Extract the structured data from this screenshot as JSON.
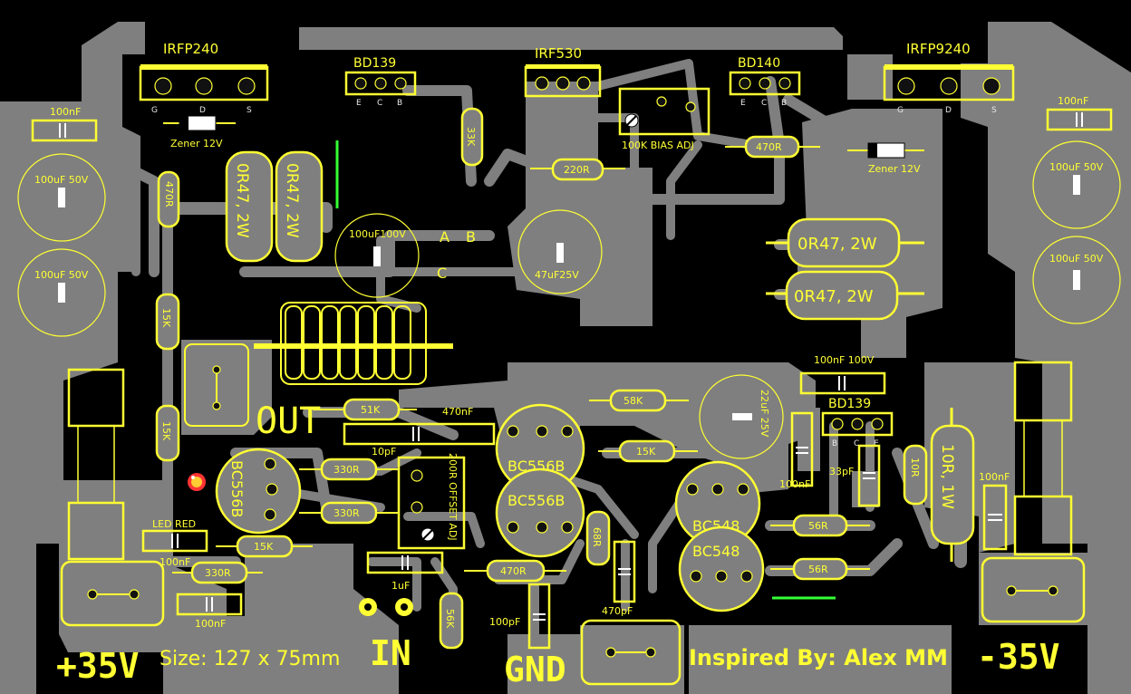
{
  "colors": {
    "background": "#000000",
    "copper": "#7f7f7f",
    "silkscreen": "#ffff33",
    "led": "#ff3333"
  },
  "board": {
    "power_pos": "+35V",
    "power_neg": "-35V",
    "size": "Size: 127 x 75mm",
    "input": "IN",
    "ground": "GND",
    "output": "OUT",
    "credit": "Inspired By: Alex MM"
  },
  "transistors": {
    "irfp240": "IRFP240",
    "irf530": "IRF530",
    "irfp9240": "IRFP9240",
    "bd139_top": "BD139",
    "bd140": "BD140",
    "bd139_mid": "BD139",
    "bc556_left": "BC556B",
    "bc556_a": "BC556B",
    "bc556_b": "BC556B",
    "bc548_a": "BC548",
    "bc548_b": "BC548"
  },
  "pins": {
    "g": "G",
    "d": "D",
    "s": "S",
    "e": "E",
    "c": "C",
    "b": "B",
    "a": "A"
  },
  "resistors": {
    "r33k": "33K",
    "r470_top": "470R",
    "r220": "220R",
    "r470_left": "470R",
    "r15k_a": "15K",
    "r15k_b": "15K",
    "r15k_c": "15K",
    "r15k_d": "15K",
    "r51k": "51K",
    "r58k": "58K",
    "r330_a": "330R",
    "r330_b": "330R",
    "r330_c": "330R",
    "r470_bottom": "470R",
    "r68r": "68R",
    "r56k": "56K",
    "r56r_a": "56R",
    "r56r_b": "56R",
    "r10r": "10R",
    "r10r_1w": "10R, 1W",
    "r047_a": "0R47, 2W",
    "r047_b": "0R47, 2W",
    "r047_c": "0R47, 2W",
    "r047_d": "0R47, 2W"
  },
  "capacitors": {
    "c100nf_tl": "100nF",
    "c100uf_a": "100uF 50V",
    "c100uf_b": "100uF 50V",
    "c100uf100v": "100uF100V",
    "c47uf": "47uF25V",
    "c100nf_tr": "100nF",
    "c100uf_c": "100uF 50V",
    "c100uf_d": "100uF 50V",
    "c100nf100v": "100nF 100V",
    "c22uf": "22uF 25V",
    "c470nf": "470nF",
    "c10pf": "10pF",
    "c33pf": "33pF",
    "c100nf_mid": "100nF",
    "c100nf_right": "100nF",
    "c100nf_bl": "100nF",
    "c100nf_bl2": "100nF",
    "c1uf": "1uF",
    "c100pf": "100pF",
    "c470pf": "470pF"
  },
  "misc": {
    "zener_left": "Zener 12V",
    "zener_right": "Zener 12V",
    "bias": "100K BIAS ADJ",
    "offset": "200R OFFSET ADJ",
    "led": "LED RED"
  }
}
